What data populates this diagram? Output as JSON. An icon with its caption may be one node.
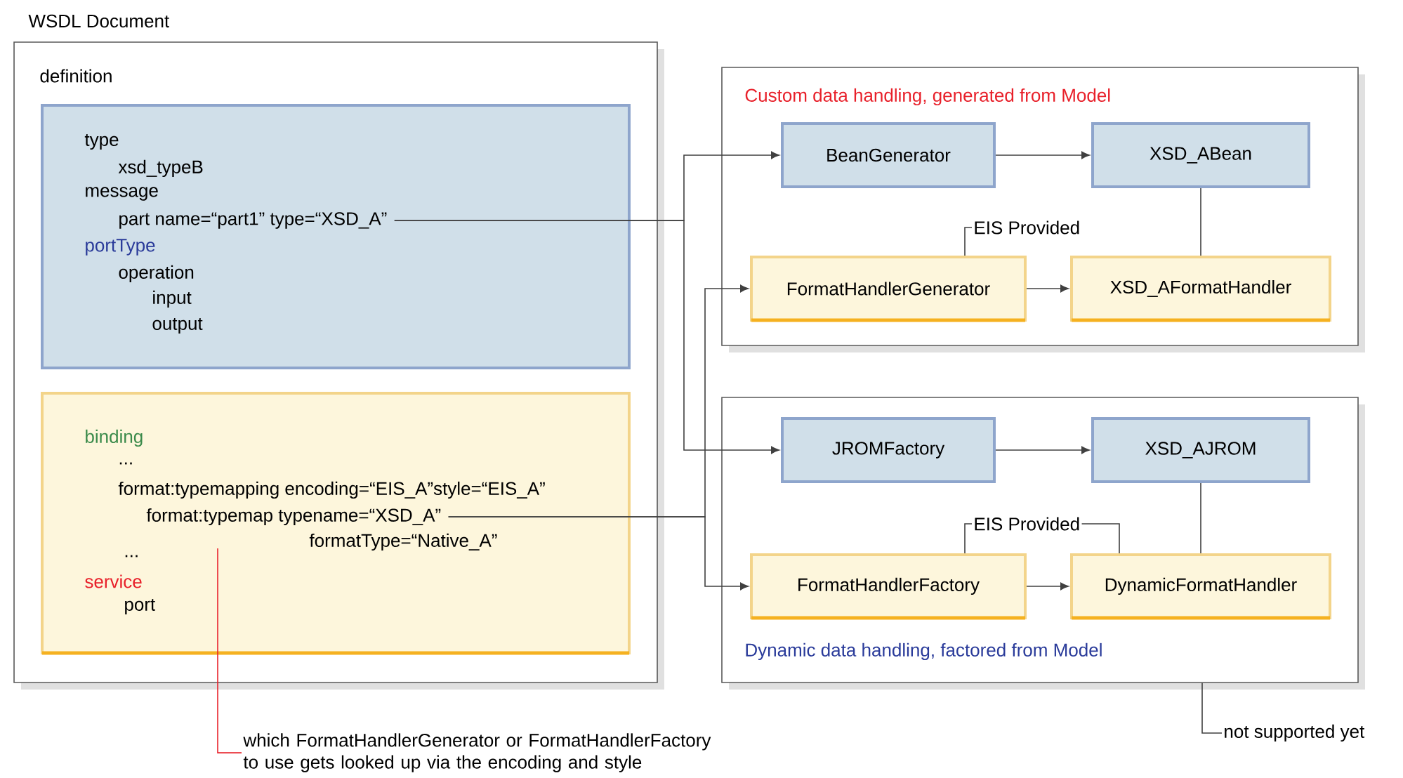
{
  "diagram": {
    "nodes": [
      {
        "text": [
          "WSDL Document",
          "definition"
        ]
      },
      {
        "text": [
          "type",
          "xsd_typeB",
          "message",
          "part name=“part1” type=“XSD_A”",
          "portType",
          "operation",
          "input",
          "output"
        ],
        "in": 0
      },
      {
        "text": [
          "binding",
          "...",
          "format:typemapping encoding=“EIS_A”style=“EIS_A”",
          "format:typemap typename=“XSD_A”",
          "formatType=“Native_A”",
          "...",
          "service",
          "port"
        ],
        "in": 0
      },
      {
        "text": [
          "Custom data handling, generated from Model"
        ]
      },
      {
        "text": [
          "BeanGenerator"
        ],
        "in": 3
      },
      {
        "text": [
          "XSD_ABean"
        ],
        "in": 3
      },
      {
        "text": [
          "FormatHandlerGenerator"
        ],
        "in": 3
      },
      {
        "text": [
          "XSD_AFormatHandler"
        ],
        "in": 3
      },
      {
        "text": [
          "Dynamic data handling, factored from Model"
        ]
      },
      {
        "text": [
          "JROMFactory"
        ],
        "in": 8
      },
      {
        "text": [
          "XSD_AJROM"
        ],
        "in": 8
      },
      {
        "text": [
          "FormatHandlerFactory"
        ],
        "in": 8
      },
      {
        "text": [
          "DynamicFormatHandler"
        ],
        "in": 8
      },
      {
        "text": [
          "EIS Provided"
        ],
        "in": 3
      },
      {
        "text": [
          "EIS Provided"
        ],
        "in": 8
      },
      {
        "text": [
          "which FormatHandlerGenerator or FormatHandlerFactory to use gets looked up via the encoding and style"
        ]
      },
      {
        "text": [
          "not supported yet"
        ]
      }
    ],
    "edges": [
      {
        "from": 1,
        "to": 4,
        "arrow": "to"
      },
      {
        "from": 1,
        "to": 9,
        "arrow": "to"
      },
      {
        "from": 2,
        "to": 6,
        "arrow": "to"
      },
      {
        "from": 2,
        "to": 11,
        "arrow": "to"
      },
      {
        "from": 4,
        "to": 5,
        "arrow": "to"
      },
      {
        "from": 6,
        "to": 7,
        "arrow": "to"
      },
      {
        "from": 9,
        "to": 10,
        "arrow": "to"
      },
      {
        "from": 11,
        "to": 12,
        "arrow": "to"
      },
      {
        "from": 5,
        "to": 7,
        "arrow": "none"
      },
      {
        "from": 10,
        "to": 12,
        "arrow": "none"
      },
      {
        "from": 13,
        "to": 6,
        "arrow": "none"
      },
      {
        "from": 14,
        "to": 11,
        "arrow": "none"
      },
      {
        "from": 14,
        "to": 12,
        "arrow": "none"
      },
      {
        "from": 15,
        "to": 2,
        "arrow": "none",
        "color": "#e8202a"
      },
      {
        "from": 16,
        "to": 8,
        "arrow": "none"
      }
    ]
  }
}
